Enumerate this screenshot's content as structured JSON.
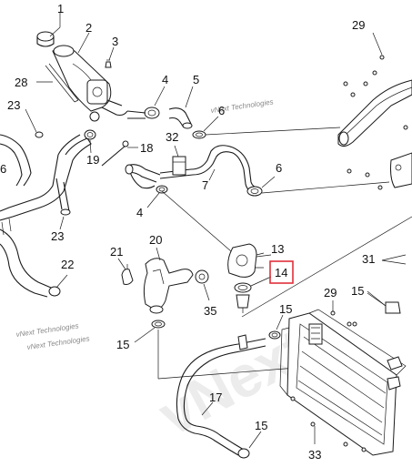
{
  "watermark": {
    "brand_small": "vNext Technologies",
    "brand_large": "vNext"
  },
  "callouts": {
    "c1": "1",
    "c2": "2",
    "c3": "3",
    "c4a": "4",
    "c4b": "4",
    "c5": "5",
    "c6a": "6",
    "c6b": "6",
    "c7": "7",
    "c13": "13",
    "c14": "14",
    "c15a": "15",
    "c15b": "15",
    "c15c": "15",
    "c15d": "15",
    "c16": "6",
    "c17": "17",
    "c18": "18",
    "c19": "19",
    "c20": "20",
    "c21": "21",
    "c22": "22",
    "c23a": "23",
    "c23b": "23",
    "c28": "28",
    "c29a": "29",
    "c29b": "29",
    "c31": "31",
    "c32": "32",
    "c33": "33",
    "c35": "35"
  },
  "highlight": {
    "label": "14",
    "color": "#e0303a"
  },
  "colors": {
    "line": "#1a1a1a",
    "watermark": "#8a8a8a",
    "highlight_box": "#e0303a"
  }
}
